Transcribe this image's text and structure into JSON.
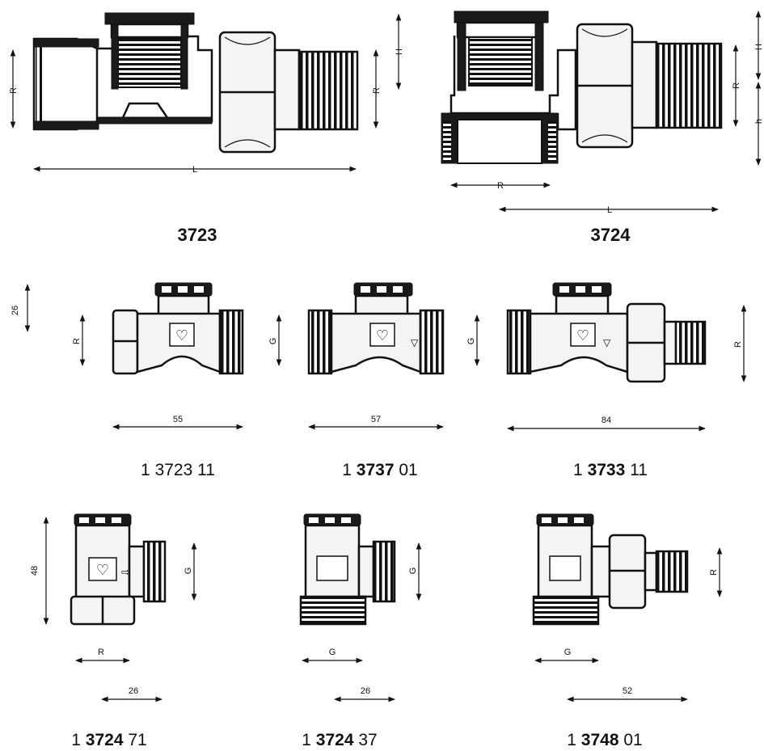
{
  "dimension_labels": {
    "top_3723": {
      "R": "R",
      "L": "L",
      "R2": "R",
      "H": "H"
    },
    "top_3724": {
      "H": "H",
      "R": "R",
      "h": "h",
      "R_bottom": "R",
      "L": "L"
    },
    "mid_left_height": "26",
    "mid_1": {
      "side": "R",
      "width": "55"
    },
    "mid_2": {
      "side": "G",
      "width": "57"
    },
    "mid_3": {
      "side": "G",
      "width": "84",
      "right": "R"
    },
    "bot_left_height": "48",
    "bot_1": {
      "side": "G",
      "bottom": "R",
      "width": "26"
    },
    "bot_2": {
      "side": "G",
      "bottom": "G",
      "width": "26"
    },
    "bot_3": {
      "side": "R",
      "bottom": "G",
      "width": "52"
    }
  },
  "titles": {
    "t3723": "3723",
    "t3724": "3724",
    "m1": {
      "prefix": "1",
      "main": "3723",
      "suffix": "11"
    },
    "m2": {
      "prefix": "1",
      "main": "3737",
      "suffix": "01"
    },
    "m3": {
      "prefix": "1",
      "main": "3733",
      "suffix": "11"
    },
    "b1": {
      "prefix": "1",
      "main": "3724",
      "suffix": "71"
    },
    "b2": {
      "prefix": "1",
      "main": "3724",
      "suffix": "37"
    },
    "b3": {
      "prefix": "1",
      "main": "3748",
      "suffix": "01"
    }
  }
}
